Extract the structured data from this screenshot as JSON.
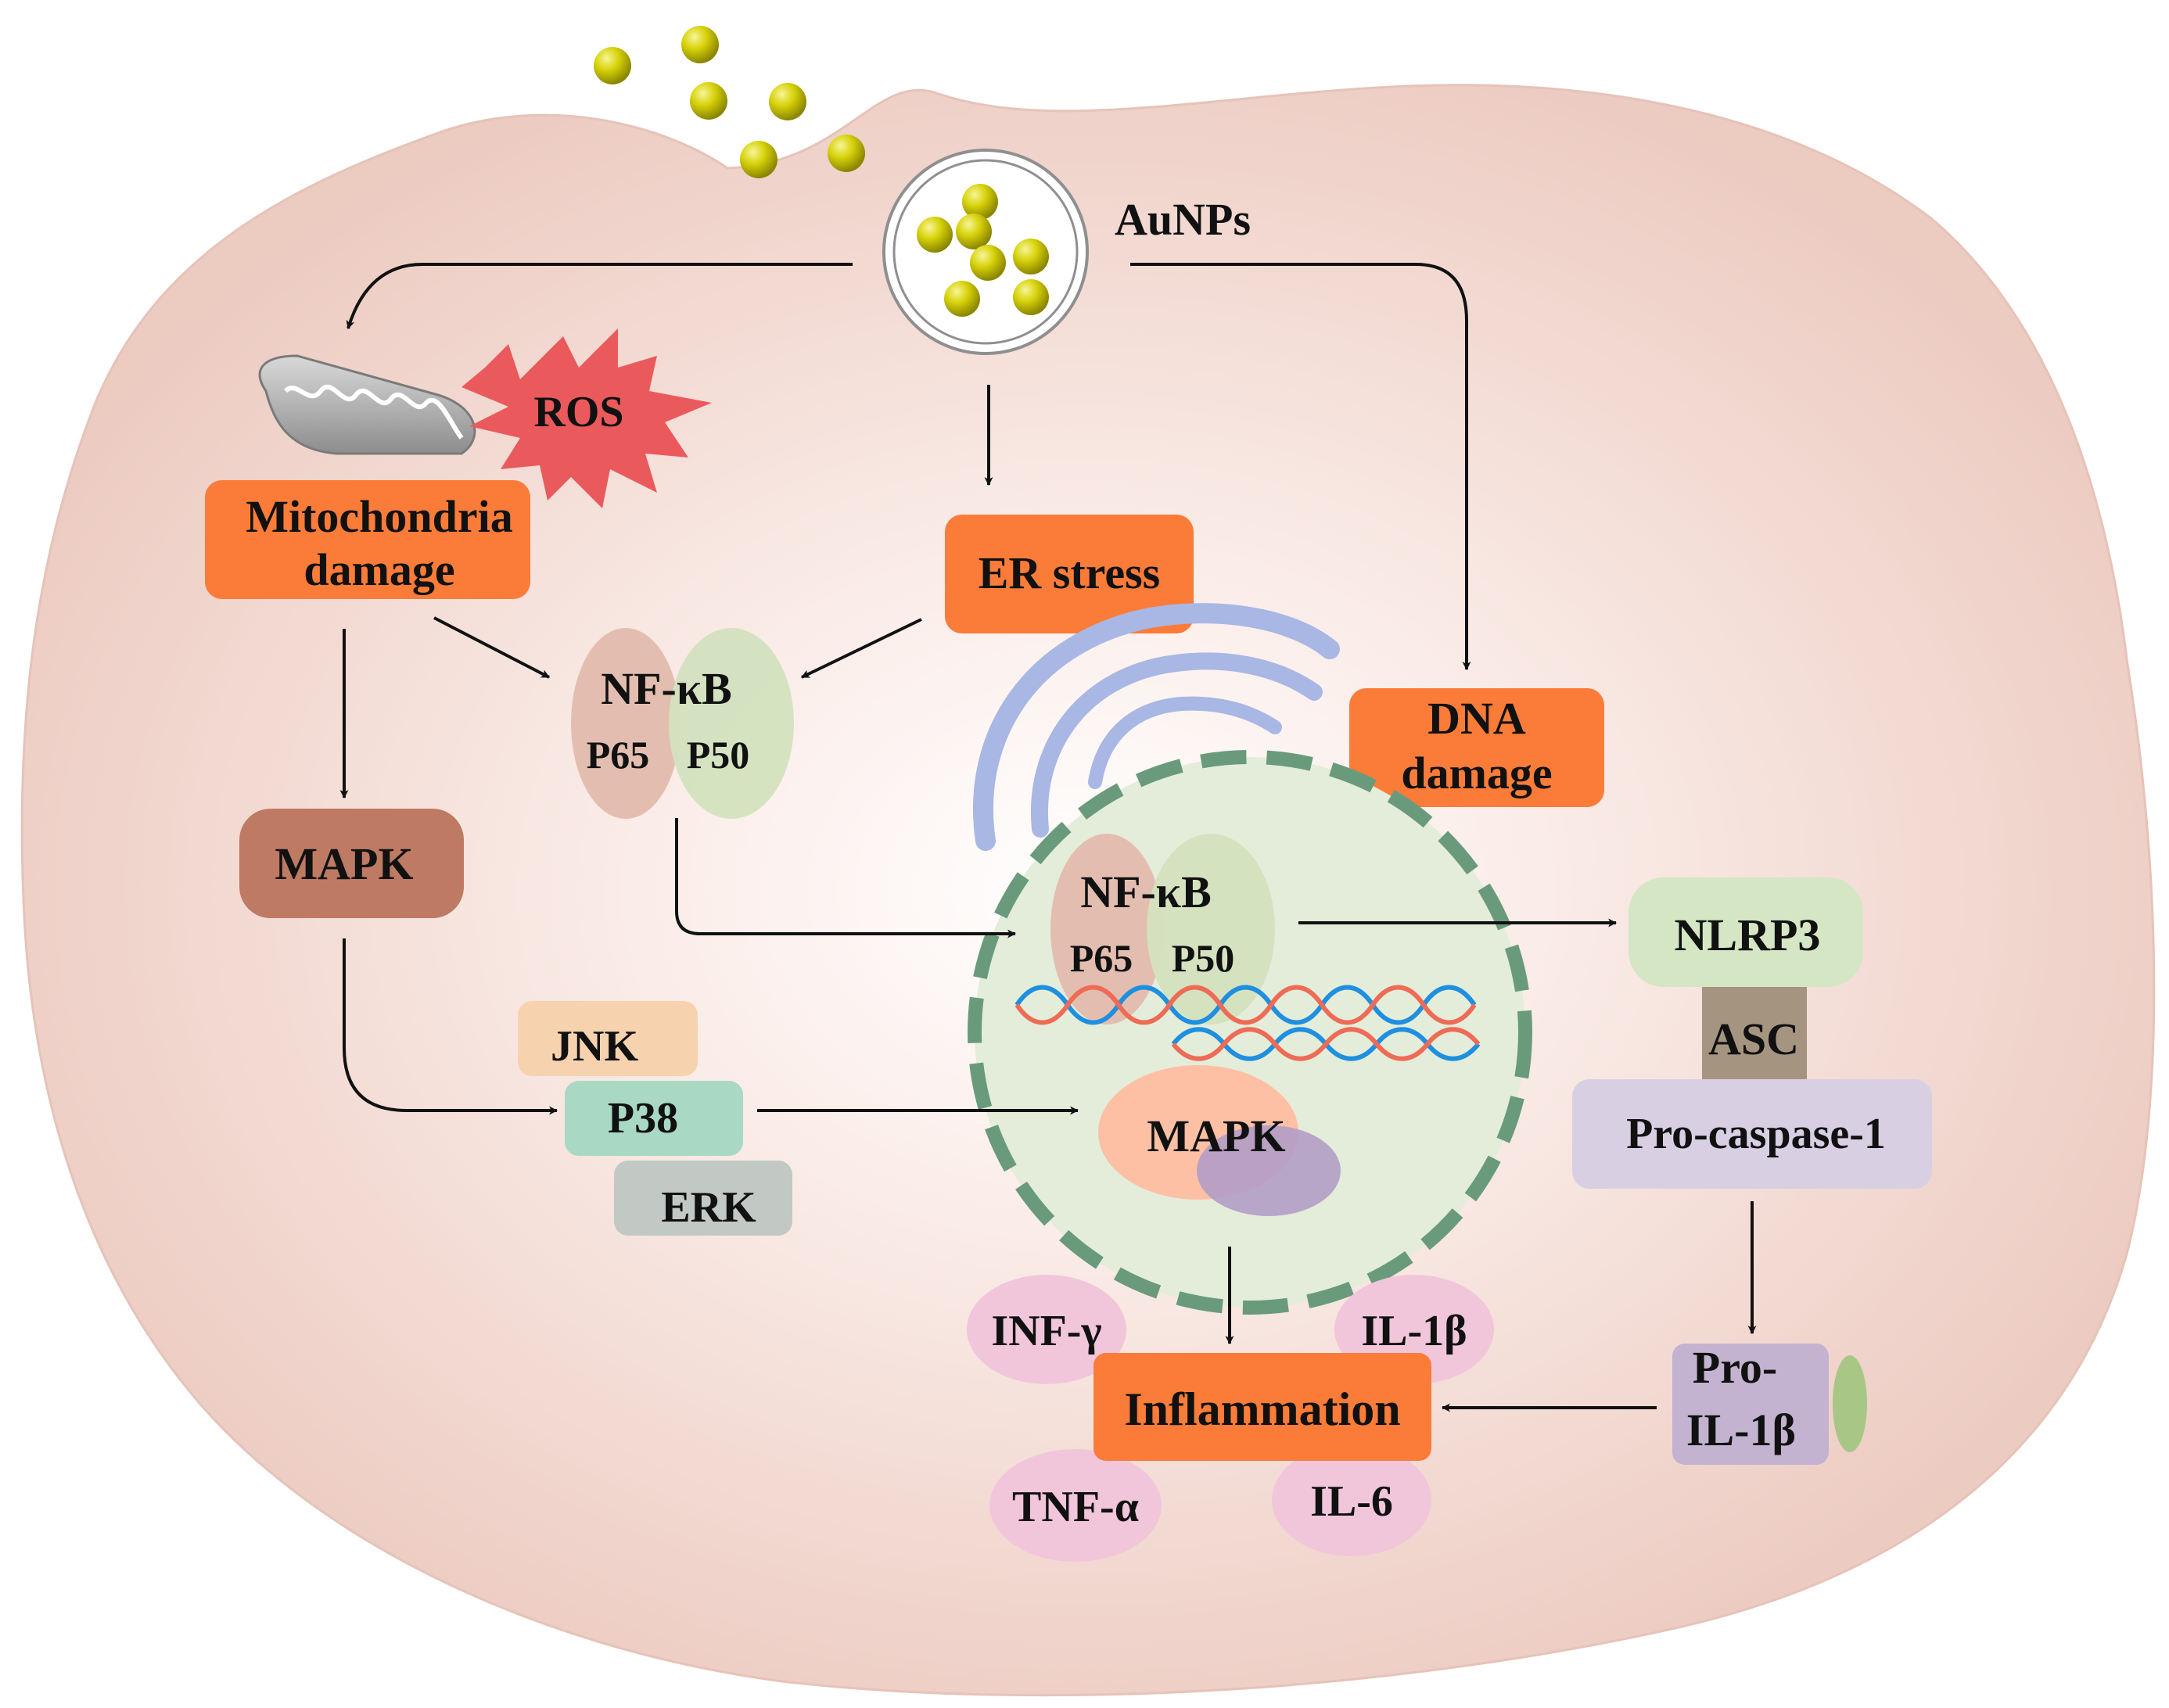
{
  "labels": {
    "aunps": "AuNPs",
    "ros": "ROS",
    "mito_line1": "Mitochondria",
    "mito_line2": "damage",
    "er_stress": "ER stress",
    "dna_line1": "DNA",
    "dna_line2": "damage",
    "nfkb": "NF-κB",
    "p65": "P65",
    "p50": "P50",
    "mapk": "MAPK",
    "jnk": "JNK",
    "p38": "P38",
    "erk": "ERK",
    "nucleus_nfkb": "NF-κB",
    "nucleus_p65": "P65",
    "nucleus_p50": "P50",
    "nucleus_mapk": "MAPK",
    "nlrp3": "NLRP3",
    "asc": "ASC",
    "pro_caspase": "Pro-caspase-1",
    "pro_il1b_line1": "Pro-",
    "pro_il1b_line2": "IL-1β",
    "inflammation": "Inflammation",
    "inf_gamma": "INF-γ",
    "il_1b": "IL-1β",
    "tnf_alpha": "TNF-α",
    "il_6": "IL-6"
  },
  "colors": {
    "cell": "#f3d9d1",
    "cell_center": "#fdf6f4",
    "orange_box": "#fa7c38",
    "mapk_box": "#bf7a63",
    "nucleus": "#e4edda",
    "nucleus_border": "#6a9a7c",
    "p65": "#e3beb0",
    "p50": "#d3e2bf",
    "jnk": "#f6d2ae",
    "p38": "#a9d8c5",
    "erk": "#c2c9c5",
    "nlrp3": "#d4e6c3",
    "asc": "#a59580",
    "pro_caspase": "#d9cfe3",
    "pro_il1b": "#c3b3d0",
    "cytokine": "#f1c6da",
    "gold": "#d4d00c",
    "ros": "#ea5a5c",
    "er": "#a8b7e4",
    "dna_blue": "#1f8fe0",
    "dna_red": "#ee6b55"
  }
}
